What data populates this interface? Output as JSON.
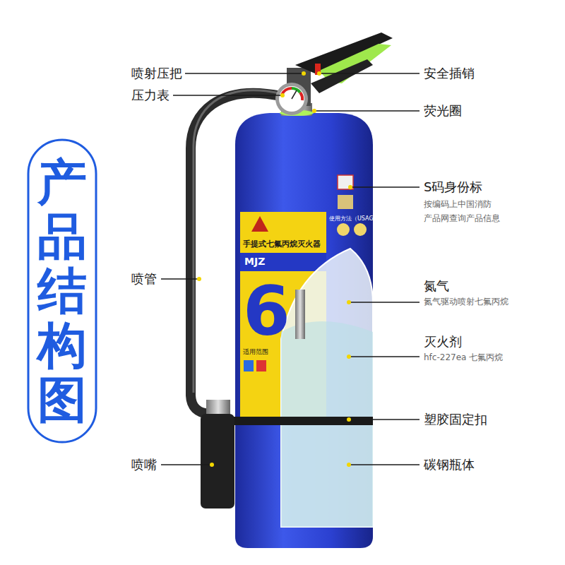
{
  "diagram": {
    "title": "产品结构图",
    "labels": [
      "喷射压把",
      "压力表",
      "喷管",
      "喷嘴",
      "安全插销",
      "荧光圈",
      "S码身份标",
      "按编码上中国消防 产品网查询产品信息",
      "氮气",
      "氮气驱动喷射七氟丙烷",
      "灭火剂",
      "hfc-227ea 七氟丙烷",
      "塑胶固定扣",
      "碳钢瓶体",
      "手提式七氟丙烷灭火器",
      "MJZ",
      "6",
      "使用方法（USAGE）",
      "适用范围"
    ]
  }
}
